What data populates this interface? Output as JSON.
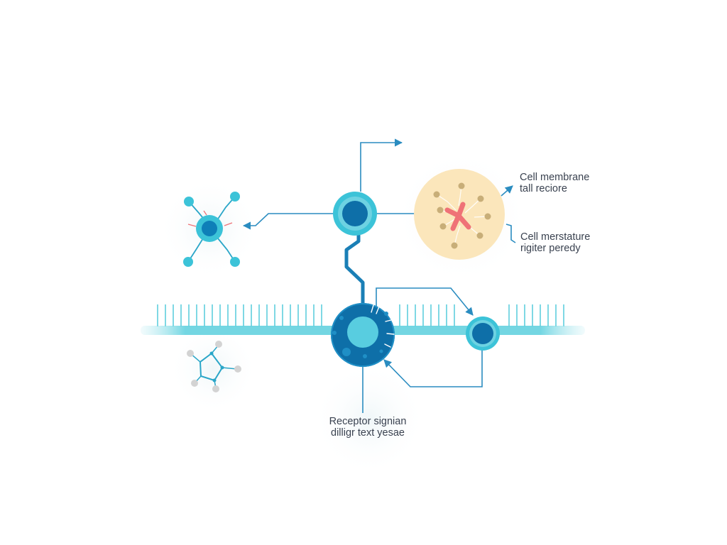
{
  "labels": {
    "membrane_top": {
      "line1": "Cell membrane",
      "line2": "tall reciore"
    },
    "membrane_bottom": {
      "line1": "Cell merstature",
      "line2": "rigiter peredy"
    },
    "receptor": {
      "line1": "Receptor signian",
      "line2": "dilligr text yesae"
    }
  },
  "colors": {
    "membrane": "#5bcfdd",
    "membrane_soft": "#a9e6ee",
    "receptor_dark": "#0e6fa8",
    "receptor_mid": "#1f8fc6",
    "receptor_light": "#58cde0",
    "line_blue": "#2a8cc0",
    "molecule_teal": "#3cc3d8",
    "cell_fill": "#fbe6bb",
    "cell_particle": "#c8ae78",
    "cell_x": "#ef7277",
    "gray_node": "#d3d3d3",
    "text": "#3a4250"
  },
  "icons": [
    "branched-molecule-icon",
    "pentagon-molecule-icon",
    "nucleus-cell-icon",
    "receptor-complex-icon"
  ]
}
